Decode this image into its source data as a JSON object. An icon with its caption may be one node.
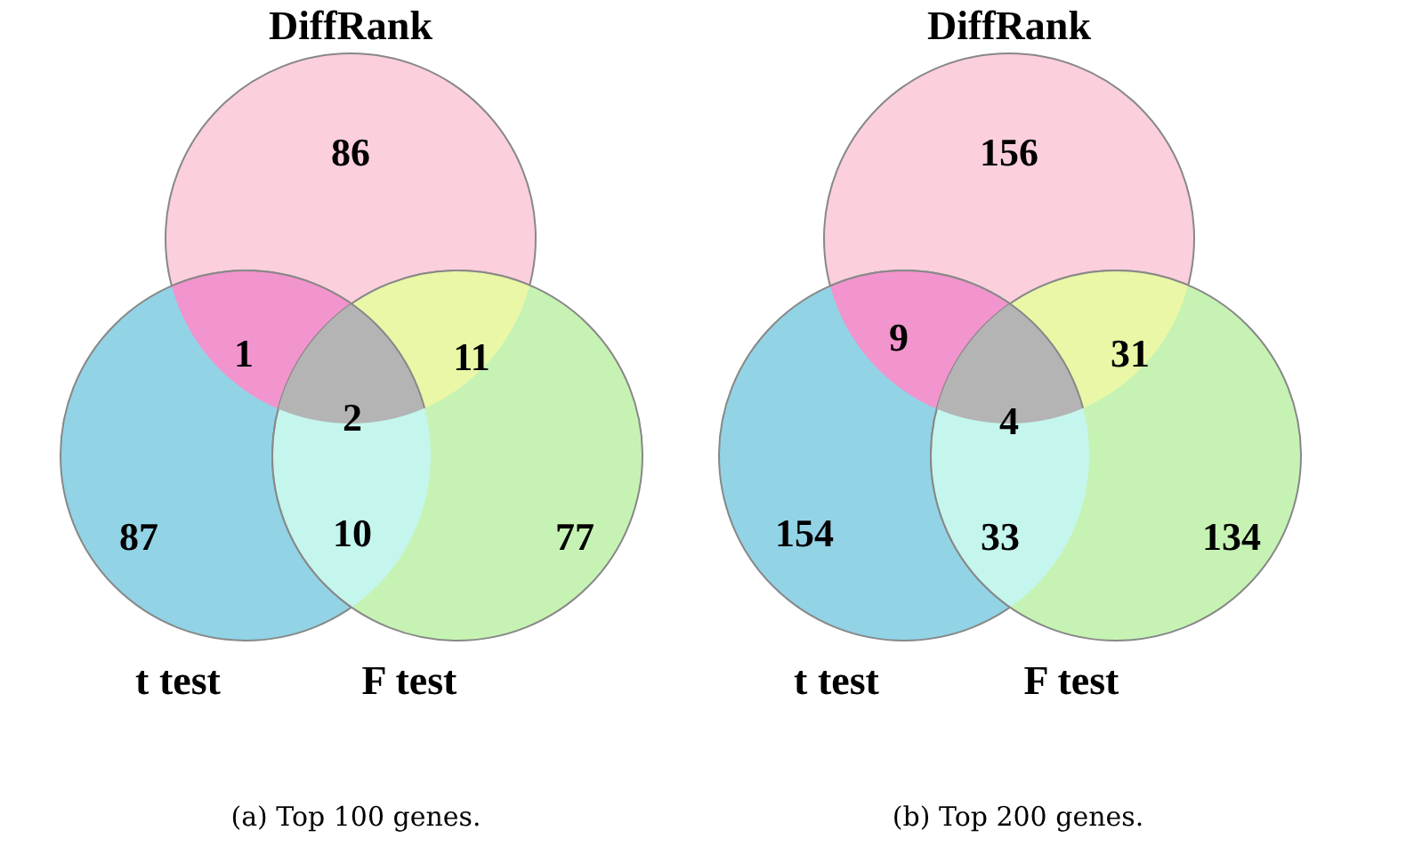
{
  "diagram": {
    "nodes": [
      {
        "text": [
          "DiffRank"
        ]
      },
      {
        "text": [
          "t test"
        ]
      },
      {
        "text": [
          "F test"
        ]
      },
      {
        "text": [
          "DiffRank"
        ]
      },
      {
        "text": [
          "t test"
        ]
      },
      {
        "text": [
          "F test"
        ]
      }
    ],
    "labels": [
      "86",
      "1",
      "11",
      "2",
      "87",
      "10",
      "77",
      "156",
      "9",
      "31",
      "4",
      "154",
      "33",
      "134",
      "(a) Top 100 genes.",
      "(b) Top 200 genes."
    ]
  }
}
